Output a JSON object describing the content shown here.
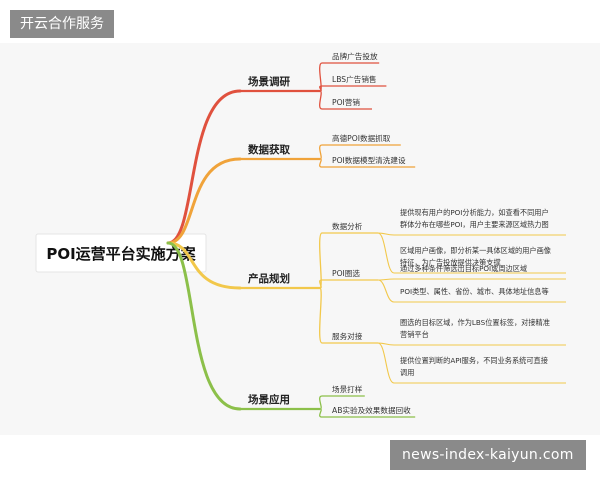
{
  "banner": {
    "tag": "开云合作服务"
  },
  "watermark": {
    "text": "news-index-kaiyun.com"
  },
  "mindmap": {
    "root": "POI运营平台实施方案",
    "branches": [
      {
        "label": "场景调研",
        "color": "#e0513e",
        "items": [
          {
            "label": "品牌广告投放"
          },
          {
            "label": "LBS广告销售"
          },
          {
            "label": "POI营销"
          }
        ]
      },
      {
        "label": "数据获取",
        "color": "#f0a33a",
        "items": [
          {
            "label": "高德POI数据抓取"
          },
          {
            "label": "POI数据模型清洗建设"
          }
        ]
      },
      {
        "label": "产品规划",
        "color": "#f2c84b",
        "items": [
          {
            "label": "数据分析",
            "details": [
              [
                "提供现有用户的POI分析能力，如查看不同用户",
                "群体分布在哪些POI，用户主要来源区域热力图"
              ],
              [
                "区域用户画像，即分析某一具体区域的用户画像",
                "特征，为广告投放提供决策支撑"
              ]
            ]
          },
          {
            "label": "POI圈选",
            "details": [
              [
                "通过多种条件筛选出目标POI或周边区域"
              ],
              [
                "POI类型、属性、省份、城市、具体地址信息等"
              ]
            ]
          },
          {
            "label": "服务对接",
            "details": [
              [
                "圈选的目标区域，作为LBS位置标签，对接精准",
                "营销平台"
              ],
              [
                "提供位置判断的API服务，不同业务系统可直接",
                "调用"
              ]
            ]
          }
        ]
      },
      {
        "label": "场景应用",
        "color": "#8cc04a",
        "items": [
          {
            "label": "场景打样"
          },
          {
            "label": "AB实验及效果数据回收"
          }
        ]
      }
    ]
  }
}
